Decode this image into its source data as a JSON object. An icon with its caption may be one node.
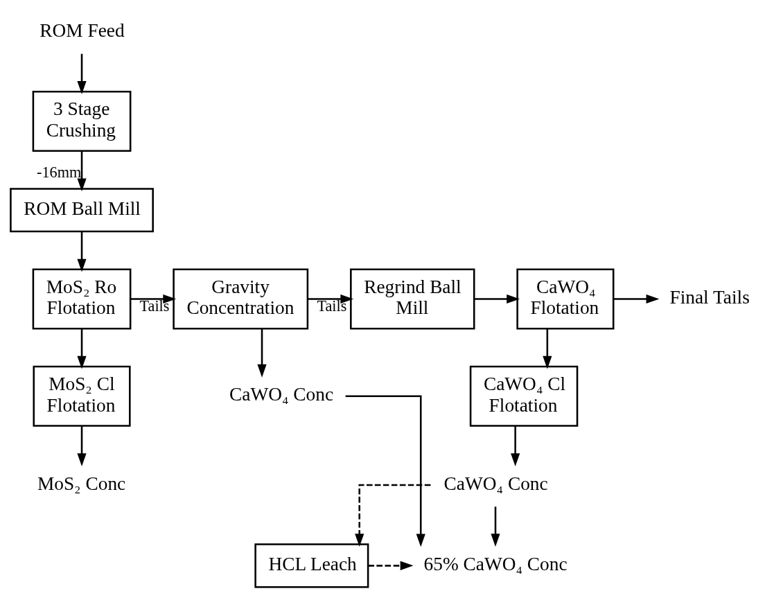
{
  "diagram": {
    "nodes": [
      {
        "text": [
          "ROM Feed"
        ]
      },
      {
        "text": [
          "3 Stage Crushing"
        ]
      },
      {
        "text": [
          "ROM Ball Mill"
        ]
      },
      {
        "text": [
          "MoS₂ Ro Flotation"
        ]
      },
      {
        "text": [
          "Gravity Concentration"
        ]
      },
      {
        "text": [
          "Regrind Ball Mill"
        ]
      },
      {
        "text": [
          "CaWO₄ Flotation"
        ]
      },
      {
        "text": [
          "Final Tails"
        ]
      },
      {
        "text": [
          "MoS₂ Cl Flotation"
        ]
      },
      {
        "text": [
          "CaWO₄ Conc"
        ]
      },
      {
        "text": [
          "CaWO₄ Cl Flotation"
        ]
      },
      {
        "text": [
          "MoS₂ Conc"
        ]
      },
      {
        "text": [
          "CaWO₄ Conc"
        ]
      },
      {
        "text": [
          "65% CaWO₄ Conc"
        ]
      },
      {
        "text": [
          "HCL Leach"
        ]
      }
    ],
    "edges": [
      {
        "from": 0,
        "to": 1,
        "arrow": "to"
      },
      {
        "from": 1,
        "to": 2,
        "arrow": "to",
        "label": "-16mm"
      },
      {
        "from": 2,
        "to": 3,
        "arrow": "to"
      },
      {
        "from": 3,
        "to": 4,
        "arrow": "to",
        "label": "Tails"
      },
      {
        "from": 4,
        "to": 5,
        "arrow": "to",
        "label": "Tails"
      },
      {
        "from": 5,
        "to": 6,
        "arrow": "to"
      },
      {
        "from": 6,
        "to": 7,
        "arrow": "to"
      },
      {
        "from": 3,
        "to": 8,
        "arrow": "to"
      },
      {
        "from": 4,
        "to": 9,
        "arrow": "to"
      },
      {
        "from": 6,
        "to": 10,
        "arrow": "to"
      },
      {
        "from": 8,
        "to": 11,
        "arrow": "to"
      },
      {
        "from": 10,
        "to": 12,
        "arrow": "to"
      },
      {
        "from": 9,
        "to": 13,
        "arrow": "to"
      },
      {
        "from": 12,
        "to": 13,
        "arrow": "to"
      },
      {
        "from": 12,
        "to": 14,
        "arrow": "to",
        "style": "dashed"
      },
      {
        "from": 14,
        "to": 13,
        "arrow": "to",
        "style": "dashed"
      }
    ]
  }
}
